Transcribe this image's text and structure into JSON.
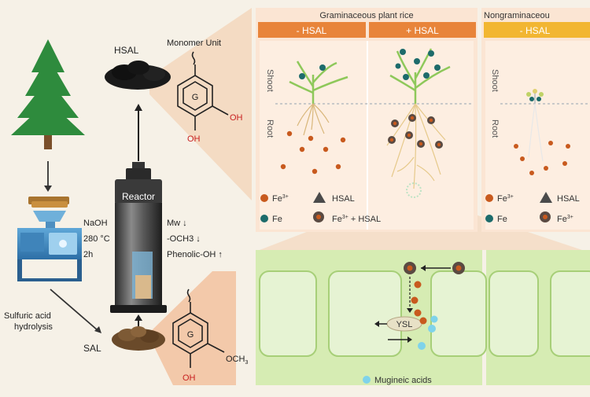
{
  "left": {
    "hsal_label": "HSAL",
    "monomer_title": "Monomer Unit",
    "ring_letter_top": "G",
    "oh_right_top": "OH",
    "oh_bottom_top": "OH",
    "reactor_label": "Reactor",
    "conditions": [
      "NaOH",
      "280 °C",
      "2h"
    ],
    "changes": [
      "Mw ↓",
      "-OCH3 ↓",
      "Phenolic-OH ↑"
    ],
    "hydrolysis": [
      "Sulfuric acid",
      "hydrolysis"
    ],
    "sal_label": "SAL",
    "ring_letter_bottom": "G",
    "och3_label": "OCH",
    "och3_sub": "3",
    "oh_bottom_lower": "OH"
  },
  "panel1": {
    "title": "Graminaceous plant rice",
    "header_minus": "- HSAL",
    "header_plus": "+ HSAL",
    "shoot": "Shoot",
    "root": "Root",
    "legend": {
      "fe3": "Fe",
      "fe3_sup": "3+",
      "hsal": "HSAL",
      "fe": "Fe",
      "fe3_hsal": "Fe",
      "fe3_hsal_sup": "3+",
      "fe3_hsal_tail": " + HSAL"
    }
  },
  "panel2": {
    "title": "Nongraminaceou",
    "header_minus": "- HSAL",
    "shoot": "Shoot",
    "root": "Root",
    "legend": {
      "fe3": "Fe",
      "fe3_sup": "3+",
      "hsal": "HSAL",
      "fe": "Fe",
      "fe3_hsal": "Fe",
      "fe3_hsal_sup": "3+"
    }
  },
  "cell": {
    "ysl": "YSL",
    "mugineic": "Mugineic acids"
  },
  "colors": {
    "orange_header": "#e8843a",
    "yellow_header": "#f2b632",
    "fe3": "#c85a1e",
    "fe": "#1d6b6b",
    "mugineic": "#7fd3ea",
    "cell_wall": "#cfe6a6"
  }
}
